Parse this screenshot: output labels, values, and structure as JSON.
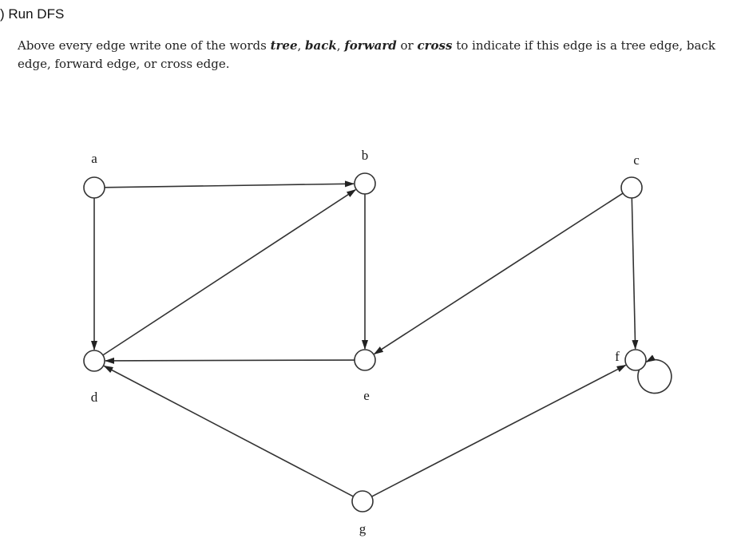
{
  "heading": ") Run DFS",
  "prompt": {
    "intro": "Above every edge write one of the words",
    "word_tree": "tree",
    "word_back": "back",
    "word_forward": "forward",
    "word_or": "or",
    "word_cross": "cross",
    "outro": "to indicate if this edge is a tree edge, back edge, forward edge, or cross edge."
  },
  "graph": {
    "nodes": [
      "a",
      "b",
      "c",
      "d",
      "e",
      "f",
      "g"
    ],
    "edges": [
      {
        "from": "a",
        "to": "b"
      },
      {
        "from": "a",
        "to": "d"
      },
      {
        "from": "b",
        "to": "e"
      },
      {
        "from": "d",
        "to": "b"
      },
      {
        "from": "e",
        "to": "d"
      },
      {
        "from": "c",
        "to": "e"
      },
      {
        "from": "c",
        "to": "f"
      },
      {
        "from": "f",
        "to": "f"
      },
      {
        "from": "g",
        "to": "d"
      },
      {
        "from": "g",
        "to": "f"
      }
    ]
  },
  "colors": {
    "stroke": "#333333",
    "text": "#111111"
  }
}
